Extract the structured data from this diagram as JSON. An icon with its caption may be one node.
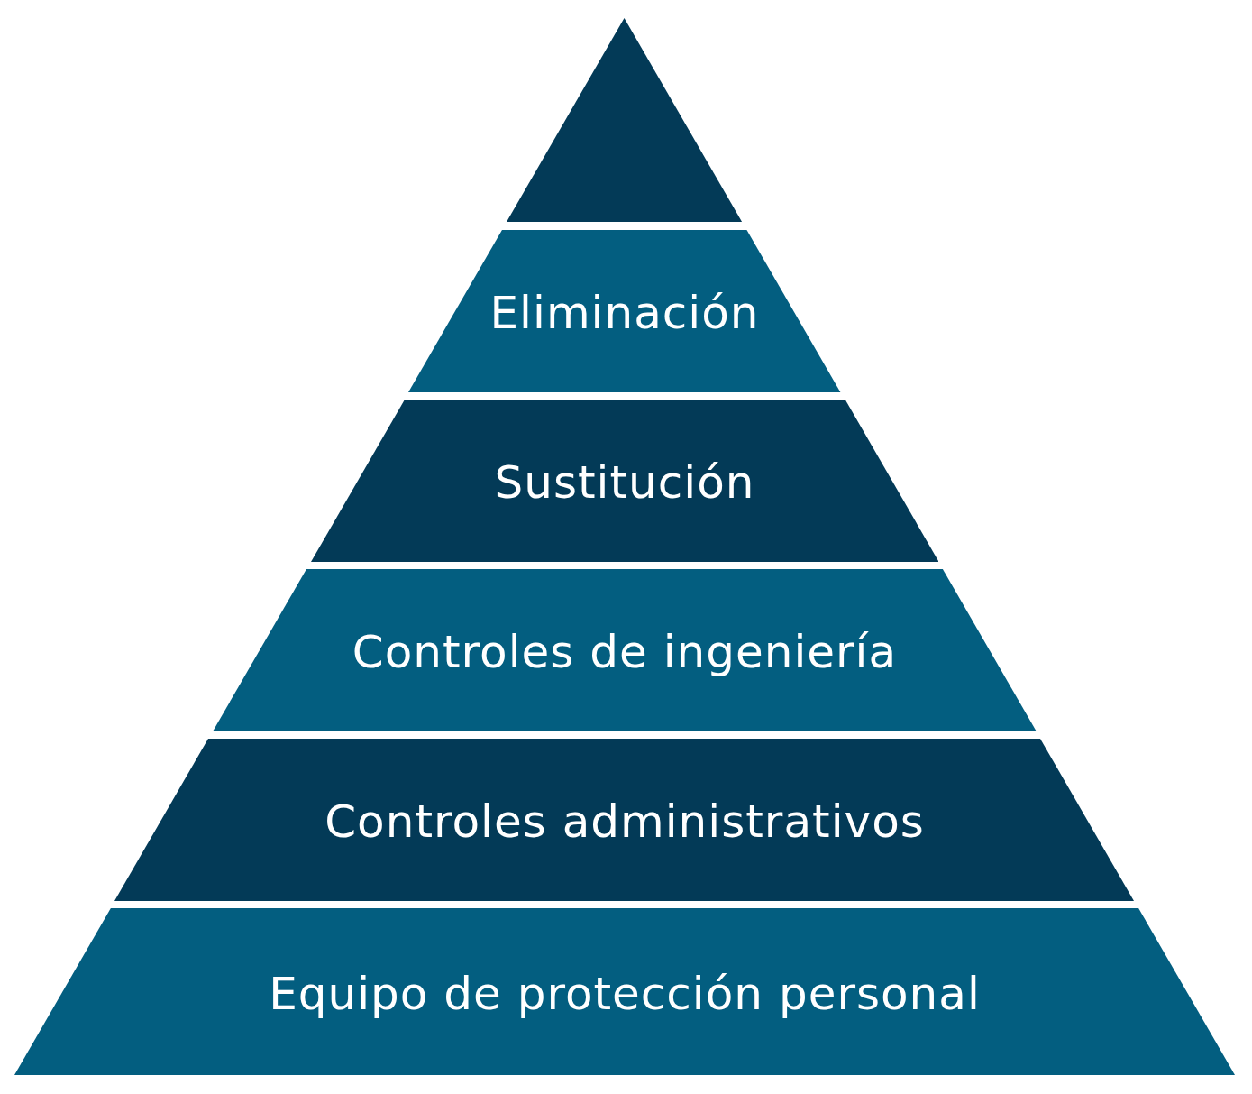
{
  "diagram": {
    "nodes": [
      {
        "text": [],
        "shape": "triangle"
      },
      {
        "text": [
          "Eliminación"
        ]
      },
      {
        "text": [
          "Sustitución"
        ]
      },
      {
        "text": [
          "Controles de ingeniería"
        ]
      },
      {
        "text": [
          "Controles administrativos"
        ]
      },
      {
        "text": [
          "Equipo de protección personal"
        ]
      }
    ]
  }
}
